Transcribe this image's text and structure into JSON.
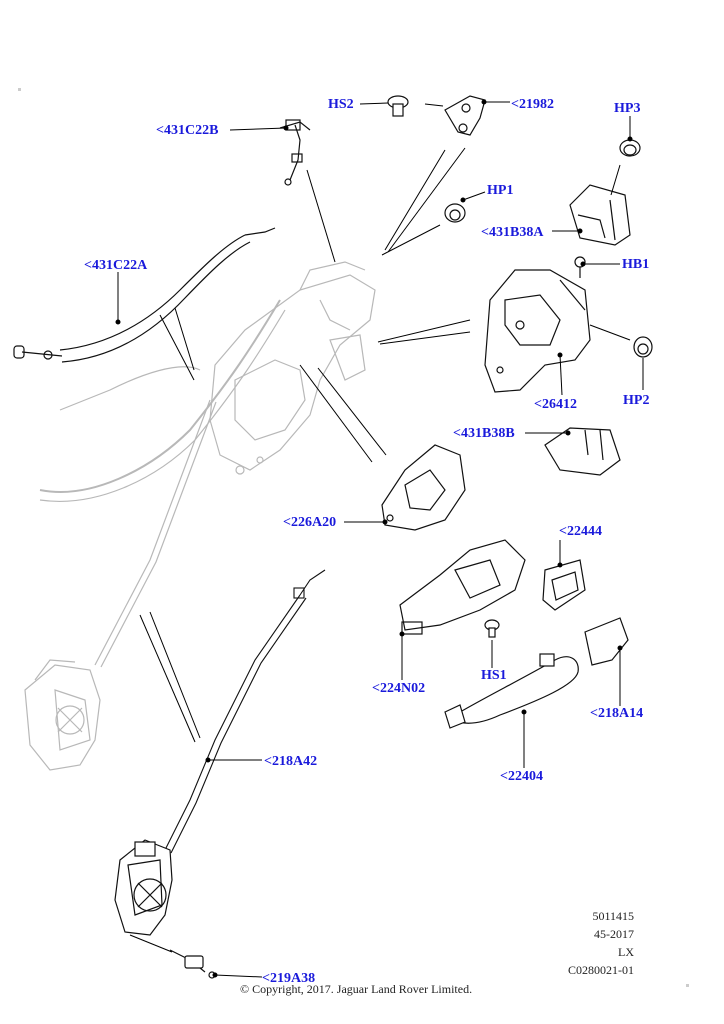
{
  "callouts": {
    "hs2": "HS2",
    "p21982": "<21982",
    "hp3": "HP3",
    "p431c22b": "<431C22B",
    "hp1": "HP1",
    "p431b38a": "<431B38A",
    "hb1": "HB1",
    "p431c22a": "<431C22A",
    "p26412": "<26412",
    "hp2": "HP2",
    "p431b38b": "<431B38B",
    "p226a20": "<226A20",
    "p22444": "<22444",
    "hs1": "HS1",
    "p224n02": "<224N02",
    "p218a14": "<218A14",
    "p218a42": "<218A42",
    "p22404": "<22404",
    "p219a38": "<219A38"
  },
  "meta": {
    "line1": "5011415",
    "line2": "45-2017",
    "line3": "LX",
    "line4": "C0280021-01"
  },
  "copyright": "© Copyright, 2017. Jaguar Land Rover Limited.",
  "colors": {
    "callout": "#1a1adb",
    "line": "#000000",
    "ghost": "#b8b8b8"
  }
}
